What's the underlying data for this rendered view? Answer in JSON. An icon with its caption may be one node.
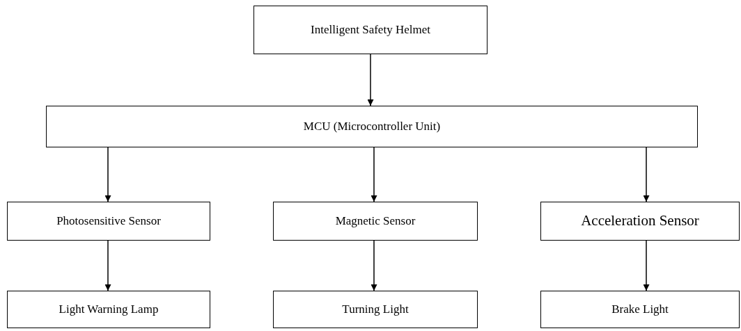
{
  "diagram": {
    "nodes": [
      {
        "text": [
          "Intelligent Safety Helmet"
        ]
      },
      {
        "text": [
          "MCU (Microcontroller Unit)"
        ]
      },
      {
        "text": [
          "Photosensitive Sensor"
        ]
      },
      {
        "text": [
          "Magnetic Sensor"
        ]
      },
      {
        "text": [
          "Acceleration Sensor"
        ]
      },
      {
        "text": [
          "Light Warning Lamp"
        ]
      },
      {
        "text": [
          "Turning Light"
        ]
      },
      {
        "text": [
          "Brake Light"
        ]
      }
    ],
    "edges": [
      {
        "from": 0,
        "to": 1,
        "arrow": "to"
      },
      {
        "from": 1,
        "to": 2,
        "arrow": "to"
      },
      {
        "from": 1,
        "to": 3,
        "arrow": "to"
      },
      {
        "from": 1,
        "to": 4,
        "arrow": "to"
      },
      {
        "from": 2,
        "to": 5,
        "arrow": "to"
      },
      {
        "from": 3,
        "to": 6,
        "arrow": "to"
      },
      {
        "from": 4,
        "to": 7,
        "arrow": "to"
      }
    ]
  }
}
